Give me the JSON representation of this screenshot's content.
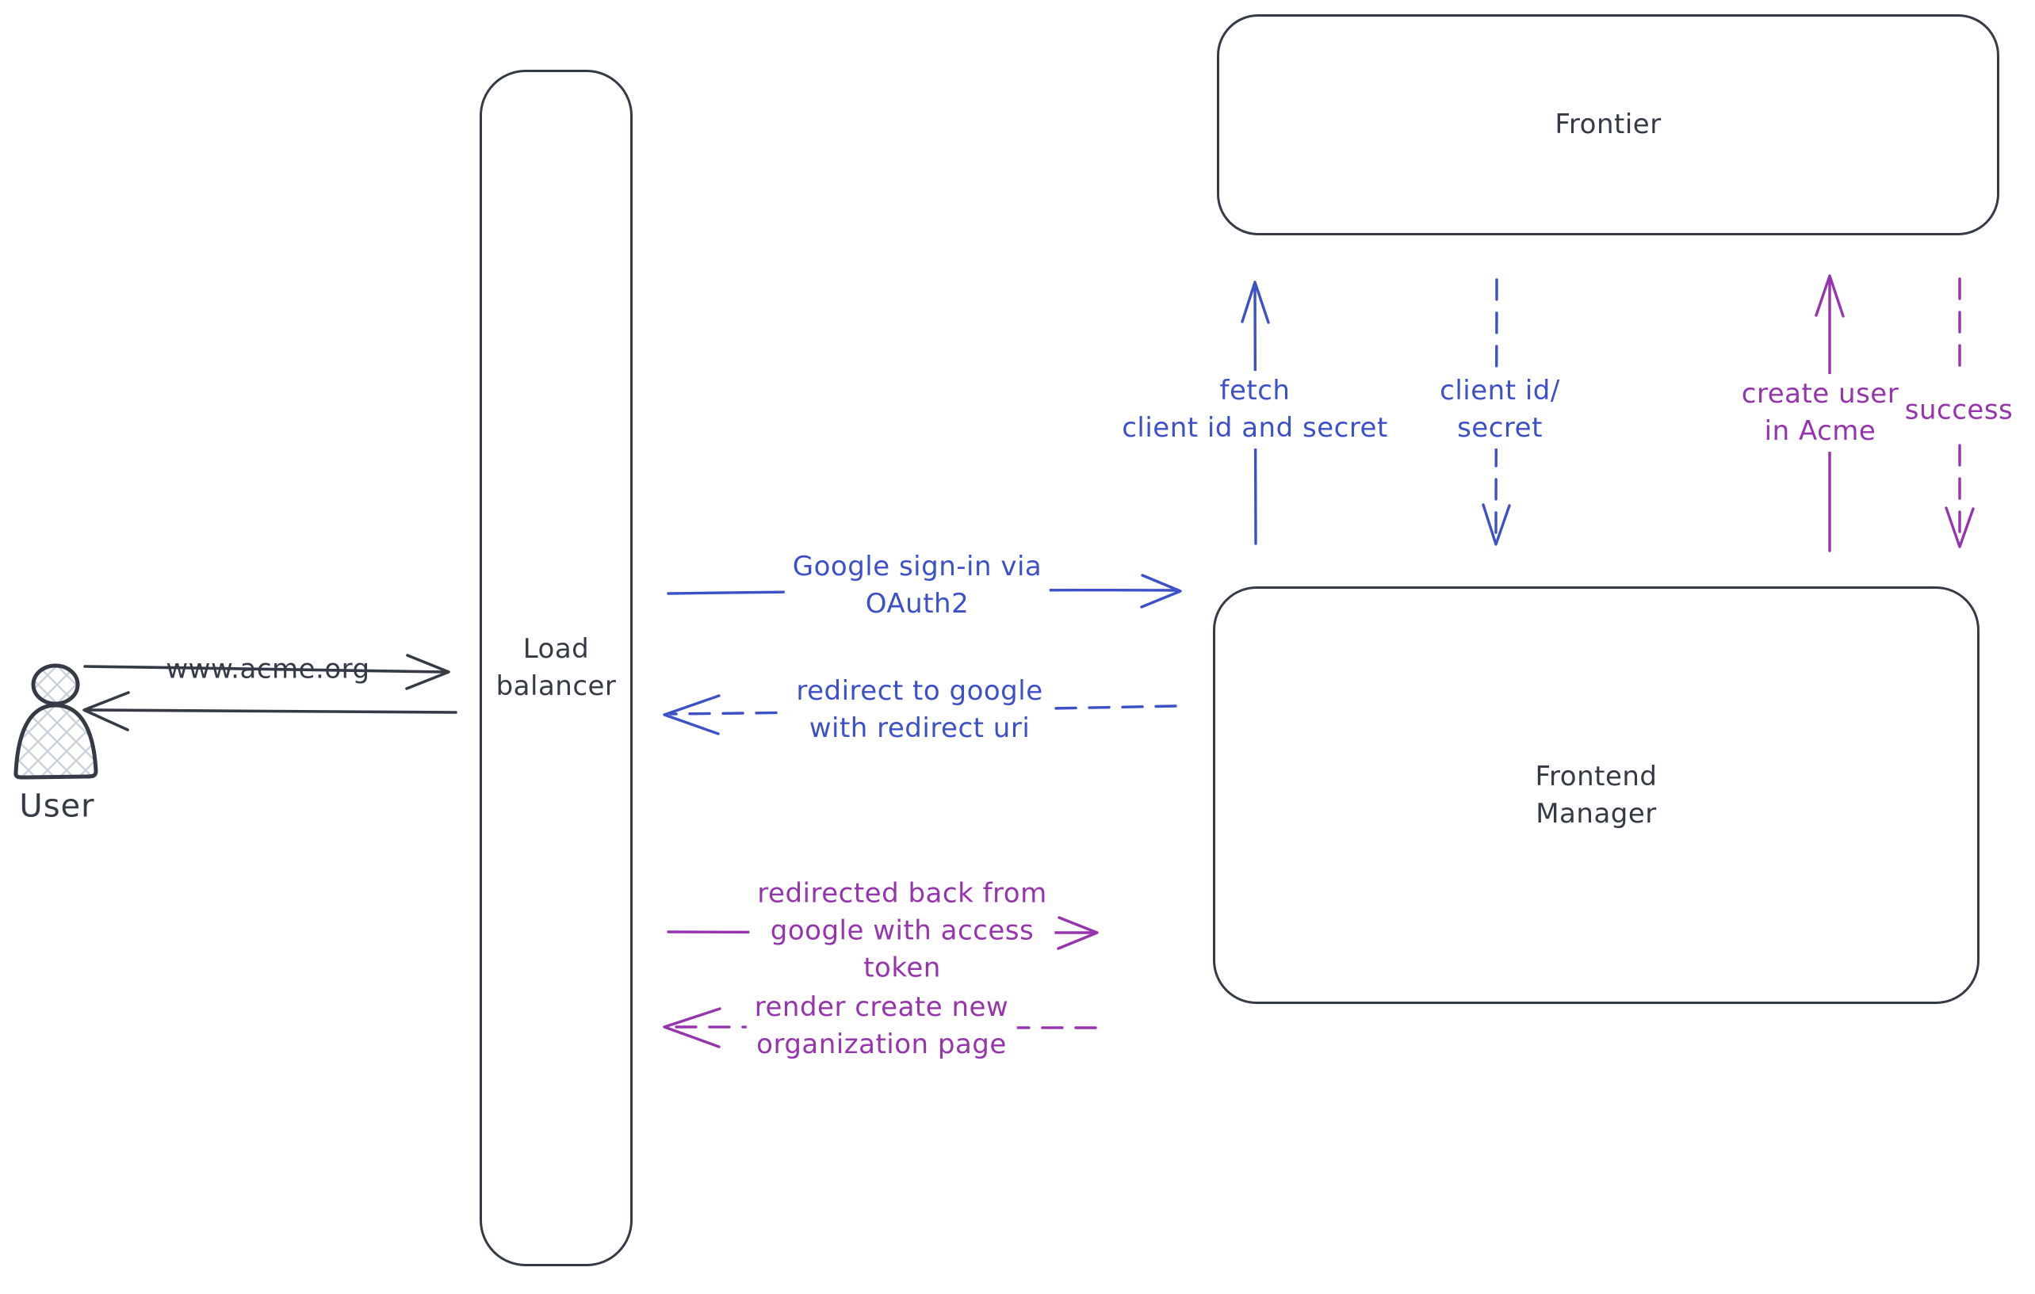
{
  "diagram": {
    "nodes": [
      {
        "id": "user",
        "type": "actor",
        "label": "User"
      },
      {
        "id": "load-balancer",
        "type": "box",
        "label": "Load\nbalancer"
      },
      {
        "id": "frontier",
        "type": "box",
        "label": "Frontier"
      },
      {
        "id": "frontend-manager",
        "type": "box",
        "label": "Frontend\nManager"
      }
    ],
    "edges": [
      {
        "from": "user",
        "to": "load-balancer",
        "label": "www.acme.org",
        "style": "solid",
        "color": "ink"
      },
      {
        "from": "load-balancer",
        "to": "user",
        "label": "",
        "style": "solid",
        "color": "ink"
      },
      {
        "from": "load-balancer",
        "to": "frontend-manager",
        "label": "Google sign-in via\nOAuth2",
        "style": "solid",
        "color": "blue"
      },
      {
        "from": "frontend-manager",
        "to": "load-balancer",
        "label": "redirect to google\nwith redirect uri",
        "style": "dashed",
        "color": "blue"
      },
      {
        "from": "frontend-manager",
        "to": "frontier",
        "label": "fetch\nclient id and secret",
        "style": "solid",
        "color": "blue"
      },
      {
        "from": "frontier",
        "to": "frontend-manager",
        "label": "client id/\nsecret",
        "style": "dashed",
        "color": "blue"
      },
      {
        "from": "load-balancer",
        "to": "frontend-manager",
        "label": "redirected back from\ngoogle with access\ntoken",
        "style": "solid",
        "color": "purple"
      },
      {
        "from": "frontend-manager",
        "to": "load-balancer",
        "label": "render create new\norganization page",
        "style": "dashed",
        "color": "purple"
      },
      {
        "from": "frontend-manager",
        "to": "frontier",
        "label": "create user\nin Acme",
        "style": "solid",
        "color": "purple"
      },
      {
        "from": "frontier",
        "to": "frontend-manager",
        "label": "success",
        "style": "dashed",
        "color": "purple"
      }
    ],
    "colors": {
      "ink": "#343b46",
      "blue": "#3c50c8",
      "purple": "#9634ae",
      "hatch": "#ccd3dc"
    }
  }
}
